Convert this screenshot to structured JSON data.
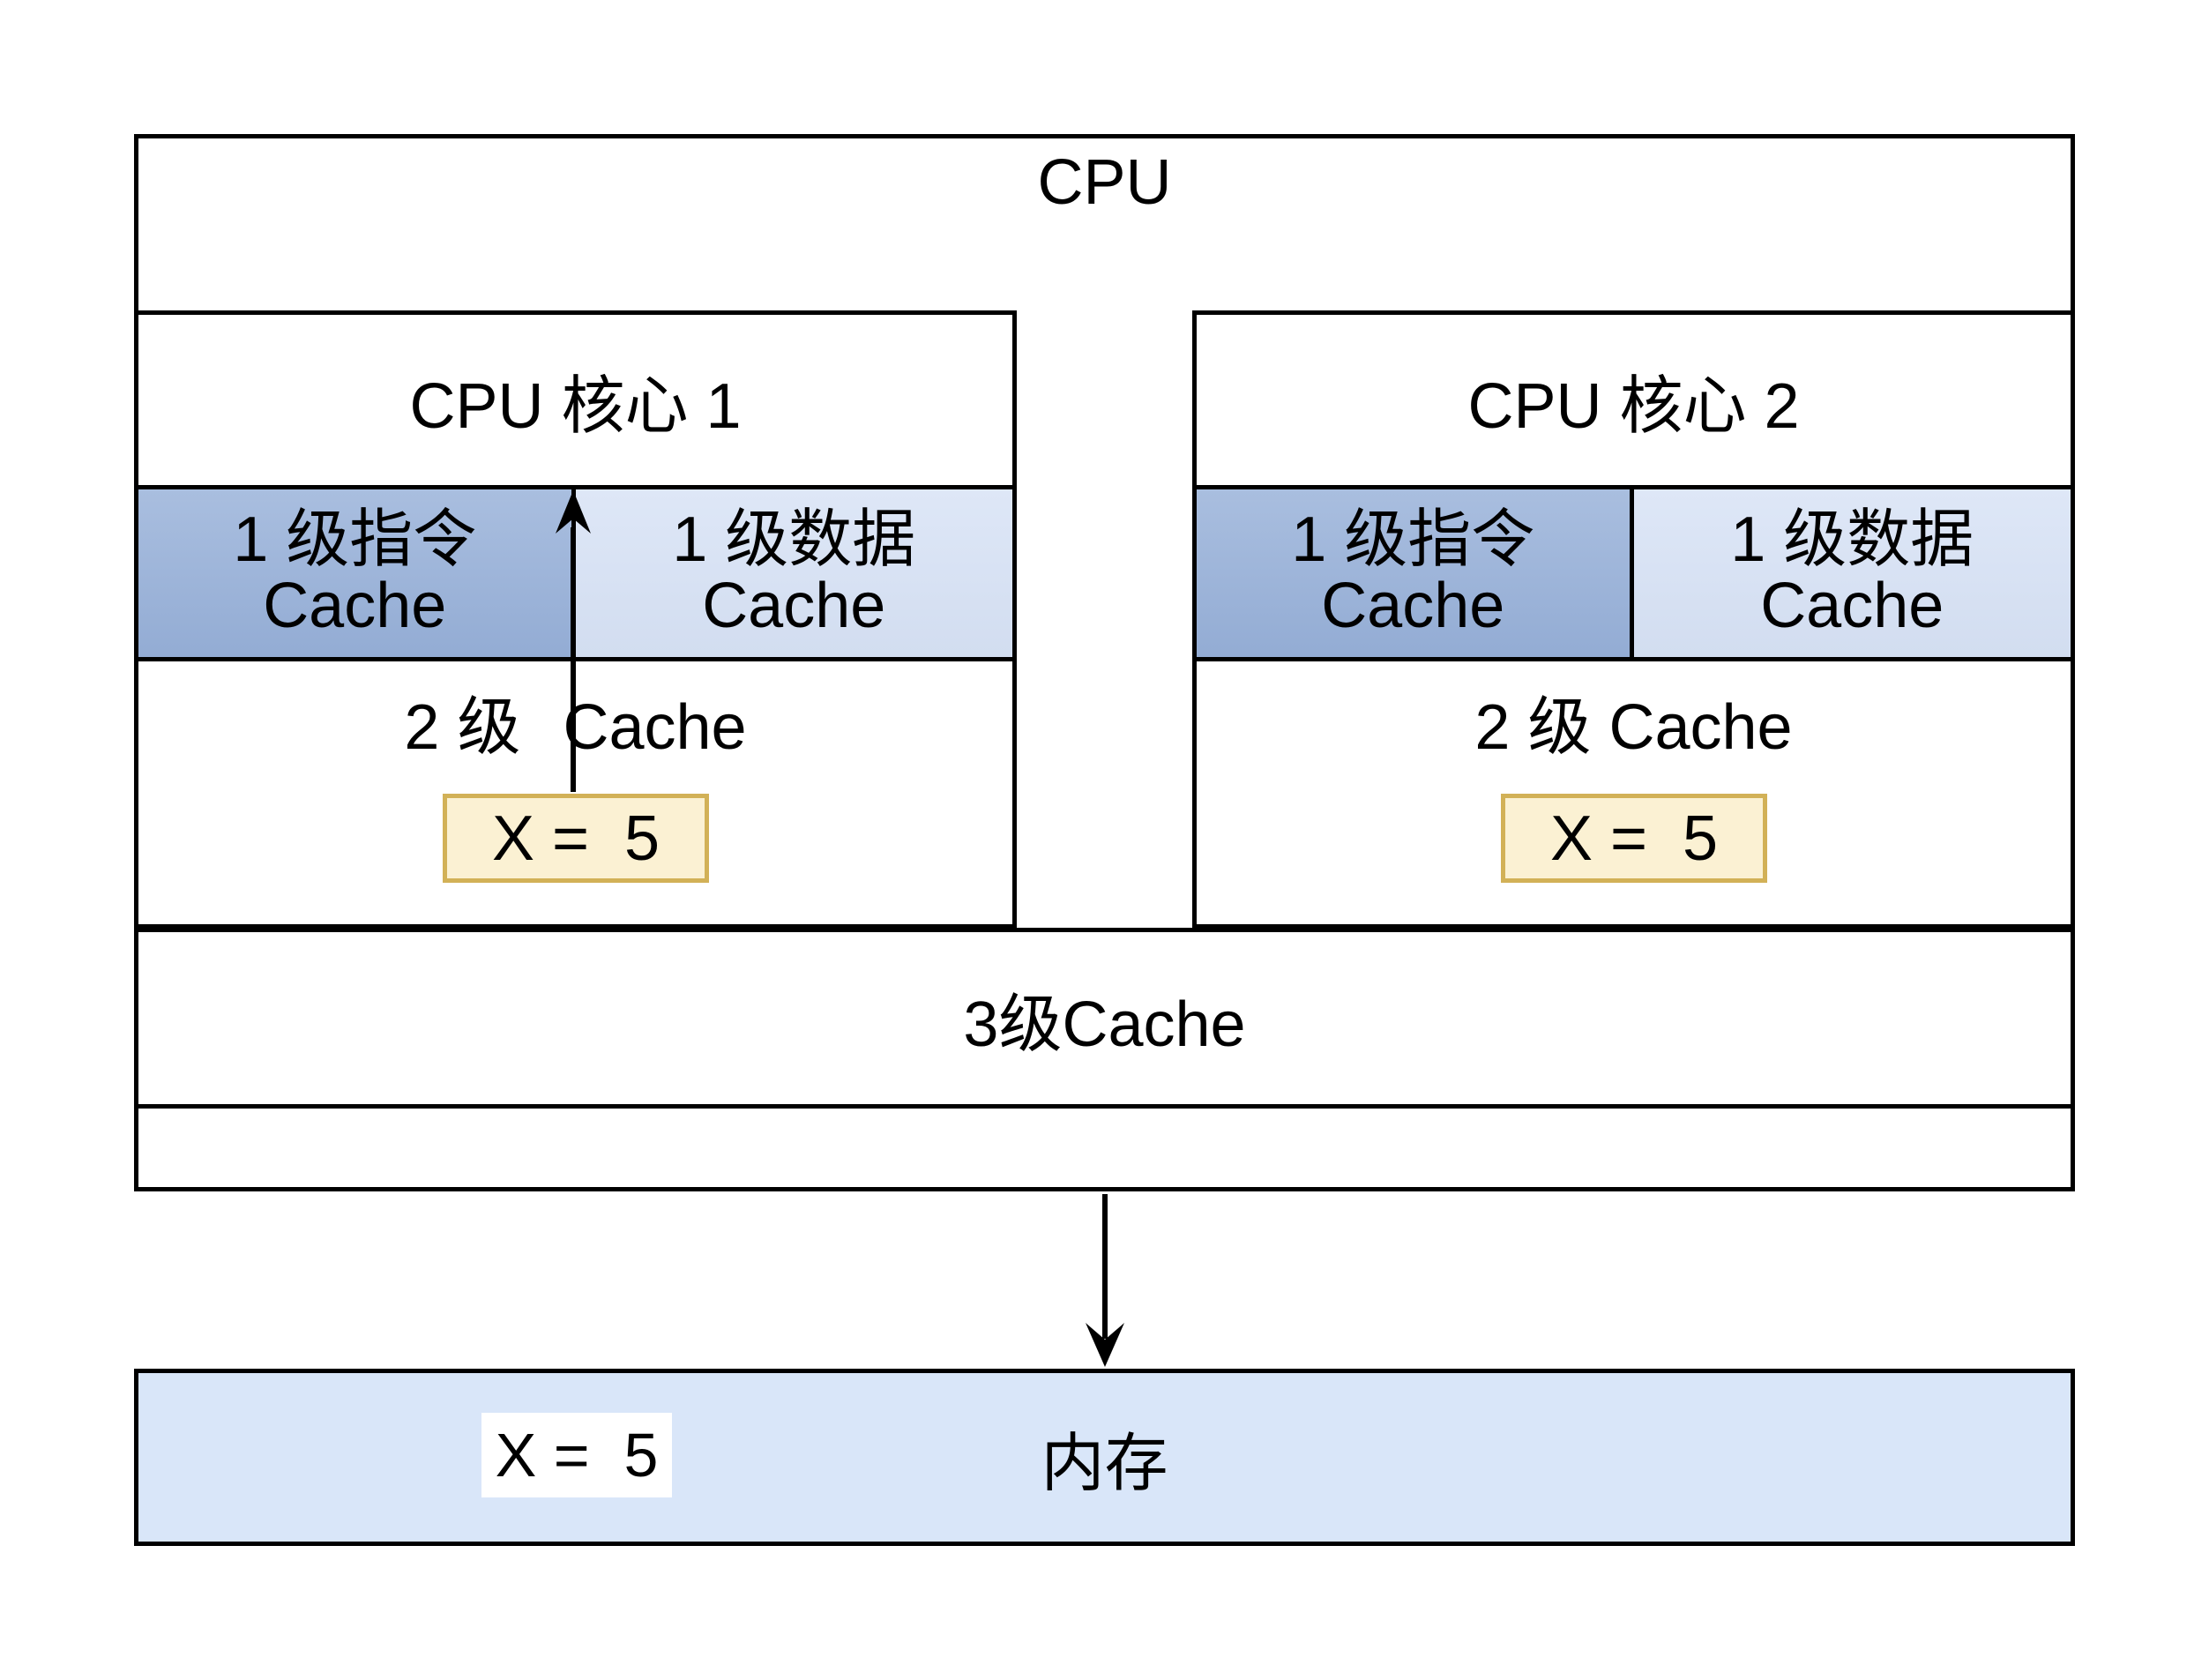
{
  "diagram": {
    "cpu_label": "CPU",
    "cores": [
      {
        "title": "CPU 核心 1",
        "l1_instruction_line1": "1 级指令",
        "l1_instruction_line2": "Cache",
        "l1_data_line1": "1 级数据",
        "l1_data_line2": "Cache",
        "l2_label_part1": "2 级",
        "l2_label_part2": "Cache",
        "cache_value": "X =  5"
      },
      {
        "title": "CPU 核心 2",
        "l1_instruction_line1": "1 级指令",
        "l1_instruction_line2": "Cache",
        "l1_data_line1": "1 级数据",
        "l1_data_line2": "Cache",
        "l2_label_part1": "2 级",
        "l2_label_part2": "Cache",
        "cache_value": "X =  5"
      }
    ],
    "l3_label": "3级Cache",
    "memory": {
      "value": "X =  5",
      "label": "内存"
    },
    "arrows": [
      {
        "name": "arrow-l2-to-core1",
        "direction": "up"
      },
      {
        "name": "arrow-cpu-to-memory",
        "direction": "down"
      }
    ]
  },
  "colors": {
    "line_color": "#000000",
    "l1_instruction_fill_top": "#A9BEDF",
    "l1_instruction_fill_bottom": "#93ACD4",
    "l1_data_fill_top": "#DEE7F7",
    "l1_data_fill_bottom": "#D2DDF0",
    "value_box_fill": "#FBF1D3",
    "value_box_border": "#D2B157",
    "memory_fill": "#D9E6F9"
  }
}
